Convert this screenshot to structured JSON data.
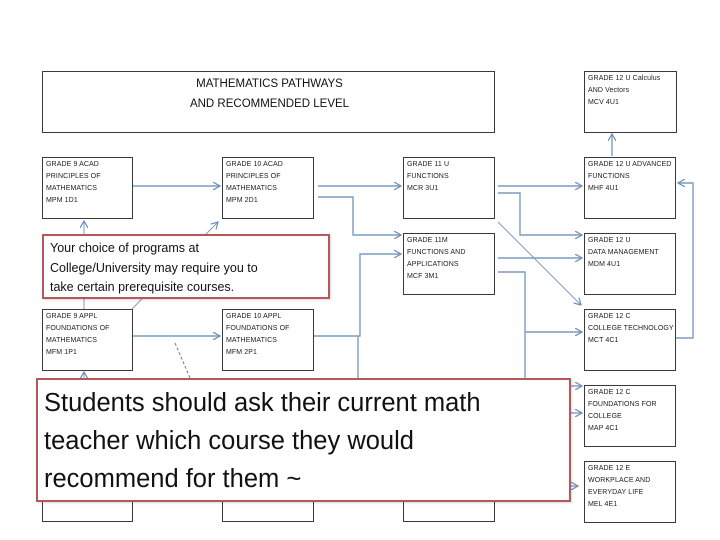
{
  "header": {
    "title_line1": "MATHEMATICS PATHWAYS",
    "title_line2": "AND RECOMMENDED LEVEL"
  },
  "courses": {
    "grade9_acad": {
      "lines": [
        "GRADE 9 ACAD",
        "PRINCIPLES OF",
        "MATHEMATICS",
        "MPM 1D1"
      ]
    },
    "grade10_acad": {
      "lines": [
        "GRADE 10 ACAD",
        "PRINCIPLES OF",
        "MATHEMATICS",
        "MPM 2D1"
      ]
    },
    "grade11_u": {
      "lines": [
        "GRADE 11 U",
        "FUNCTIONS",
        "MCR 3U1"
      ]
    },
    "grade11_m": {
      "lines": [
        "GRADE 11M",
        "FUNCTIONS AND",
        "APPLICATIONS",
        "MCF 3M1"
      ]
    },
    "grade9_appl": {
      "lines": [
        "GRADE 9 APPL",
        "FOUNDATIONS OF",
        "MATHEMATICS",
        "MFM 1P1"
      ]
    },
    "grade10_appl": {
      "lines": [
        "GRADE 10 APPL",
        "FOUNDATIONS OF",
        "MATHEMATICS",
        "MFM 2P1"
      ]
    },
    "grade12_calculus": {
      "lines": [
        "GRADE  12 U Calculus",
        "AND Vectors",
        "MCV 4U1"
      ]
    },
    "grade12_advanced": {
      "lines": [
        "GRADE 12 U ADVANCED",
        "FUNCTIONS",
        "MHF 4U1"
      ]
    },
    "grade12_data": {
      "lines": [
        "GRADE 12 U",
        "DATA MANAGEMENT",
        "MDM 4U1"
      ]
    },
    "grade12_tech": {
      "lines": [
        "GRADE 12 C",
        "COLLEGE TECHNOLOGY",
        "MCT 4C1"
      ]
    },
    "grade12_foundations": {
      "lines": [
        "GRADE 12 C",
        "FOUNDATIONS FOR",
        "COLLEGE",
        "MAP 4C1"
      ]
    },
    "grade12_workplace": {
      "lines": [
        "GRADE 12 E",
        "WORKPLACE AND",
        "EVERYDAY LIFE",
        "MEL 4E1"
      ]
    }
  },
  "notes": {
    "prerequisite": {
      "lines": [
        "Your choice of programs at",
        "College/University may require you to",
        "take certain prerequisite courses."
      ]
    },
    "teacher_advice": {
      "lines": [
        "Students should ask their current math",
        "teacher which course they would",
        "recommend for them ~"
      ]
    }
  },
  "colors": {
    "arrow": "#6e8db5",
    "box_border": "#3a3a3a",
    "note_border": "#b5575b"
  }
}
